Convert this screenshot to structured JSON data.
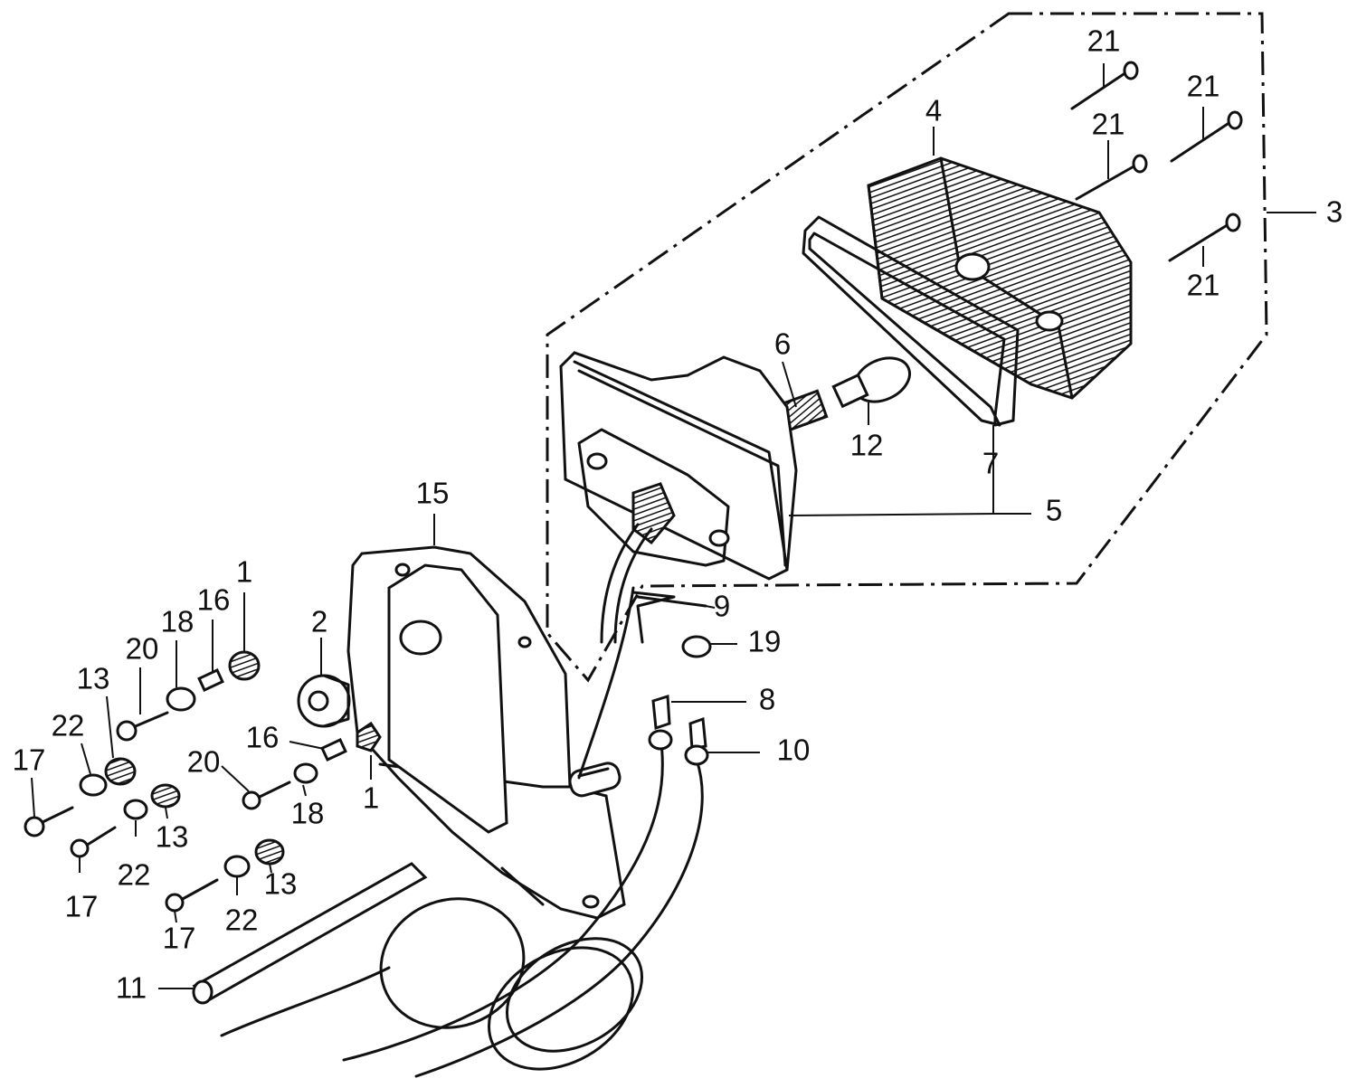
{
  "callouts": {
    "c1a": "1",
    "c1b": "1",
    "c2": "2",
    "c3": "3",
    "c4": "4",
    "c5": "5",
    "c6": "6",
    "c7": "7",
    "c8": "8",
    "c9": "9",
    "c10": "10",
    "c11": "11",
    "c12": "12",
    "c13a": "13",
    "c13b": "13",
    "c13c": "13",
    "c15": "15",
    "c16a": "16",
    "c16b": "16",
    "c17a": "17",
    "c17b": "17",
    "c17c": "17",
    "c18a": "18",
    "c18b": "18",
    "c19": "19",
    "c20a": "20",
    "c20b": "20",
    "c21a": "21",
    "c21b": "21",
    "c21c": "21",
    "c21d": "21",
    "c22a": "22",
    "c22b": "22",
    "c22c": "22"
  }
}
